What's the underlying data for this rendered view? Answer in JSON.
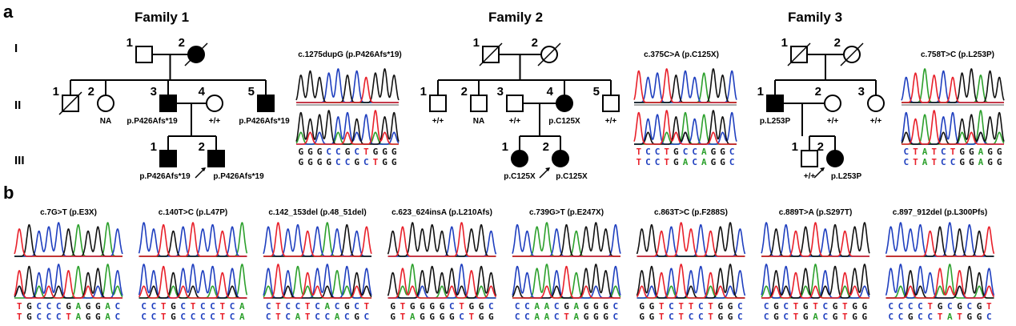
{
  "panel_labels": {
    "a": "a",
    "b": "b"
  },
  "generation_labels": [
    "I",
    "II",
    "III"
  ],
  "families": [
    {
      "title": "Family 1",
      "individuals": [
        {
          "id": "1",
          "gen": "I",
          "sex": "male",
          "affected": false,
          "deceased": false,
          "genotype": ""
        },
        {
          "id": "2",
          "gen": "I",
          "sex": "female",
          "affected": true,
          "deceased": true,
          "genotype": ""
        },
        {
          "id": "1",
          "gen": "II",
          "sex": "male",
          "affected": false,
          "deceased": true,
          "genotype": ""
        },
        {
          "id": "2",
          "gen": "II",
          "sex": "female",
          "affected": false,
          "deceased": false,
          "genotype": "NA"
        },
        {
          "id": "3",
          "gen": "II",
          "sex": "male",
          "affected": true,
          "deceased": false,
          "genotype": "p.P426Afs*19"
        },
        {
          "id": "4",
          "gen": "II",
          "sex": "female",
          "affected": false,
          "deceased": false,
          "genotype": "+/+"
        },
        {
          "id": "5",
          "gen": "II",
          "sex": "male",
          "affected": true,
          "deceased": false,
          "genotype": "p.P426Afs*19"
        },
        {
          "id": "1",
          "gen": "III",
          "sex": "male",
          "affected": true,
          "deceased": false,
          "genotype": "p.P426Afs*19"
        },
        {
          "id": "2",
          "gen": "III",
          "sex": "male",
          "affected": true,
          "deceased": false,
          "proband": true,
          "genotype": "p.P426Afs*19"
        }
      ],
      "variant": "c.1275dupG (p.P426Afs*19)",
      "seq_top": "GGGCCGCTGGG",
      "seq_bottom": "GGGGCCGCTGG"
    },
    {
      "title": "Family 2",
      "individuals": [
        {
          "id": "1",
          "gen": "I",
          "sex": "male",
          "affected": false,
          "deceased": true,
          "genotype": ""
        },
        {
          "id": "2",
          "gen": "I",
          "sex": "female",
          "affected": false,
          "deceased": true,
          "genotype": ""
        },
        {
          "id": "1",
          "gen": "II",
          "sex": "male",
          "affected": false,
          "deceased": false,
          "genotype": "+/+"
        },
        {
          "id": "2",
          "gen": "II",
          "sex": "male",
          "affected": false,
          "deceased": false,
          "genotype": "NA"
        },
        {
          "id": "3",
          "gen": "II",
          "sex": "male",
          "affected": false,
          "deceased": false,
          "genotype": "+/+"
        },
        {
          "id": "4",
          "gen": "II",
          "sex": "female",
          "affected": true,
          "deceased": false,
          "genotype": "p.C125X"
        },
        {
          "id": "5",
          "gen": "II",
          "sex": "male",
          "affected": false,
          "deceased": false,
          "genotype": "+/+"
        },
        {
          "id": "1",
          "gen": "III",
          "sex": "female",
          "affected": true,
          "deceased": false,
          "genotype": "p.C125X"
        },
        {
          "id": "2",
          "gen": "III",
          "sex": "female",
          "affected": true,
          "deceased": false,
          "proband": true,
          "genotype": "p.C125X"
        }
      ],
      "variant": "c.375C>A (p.C125X)",
      "seq_top": "TCCTGCCAGGC",
      "seq_bottom": "TCCTGACAGGC"
    },
    {
      "title": "Family 3",
      "individuals": [
        {
          "id": "1",
          "gen": "I",
          "sex": "male",
          "affected": false,
          "deceased": true,
          "genotype": ""
        },
        {
          "id": "2",
          "gen": "I",
          "sex": "female",
          "affected": false,
          "deceased": true,
          "genotype": ""
        },
        {
          "id": "1",
          "gen": "II",
          "sex": "male",
          "affected": true,
          "deceased": false,
          "genotype": "p.L253P"
        },
        {
          "id": "2",
          "gen": "II",
          "sex": "female",
          "affected": false,
          "deceased": false,
          "genotype": "+/+"
        },
        {
          "id": "3",
          "gen": "II",
          "sex": "female",
          "affected": false,
          "deceased": false,
          "genotype": "+/+"
        },
        {
          "id": "1",
          "gen": "III",
          "sex": "male",
          "affected": false,
          "deceased": false,
          "genotype": "+/+"
        },
        {
          "id": "2",
          "gen": "III",
          "sex": "female",
          "affected": true,
          "deceased": false,
          "proband": true,
          "genotype": "p.L253P"
        }
      ],
      "variant": "c.758T>C (p.L253P)",
      "seq_top": "CTATCTGGAGG",
      "seq_bottom": "CTATCCGGAGG"
    }
  ],
  "variants_b": [
    {
      "label": "c.7G>T (p.E3X)",
      "seq_top": "TGCCCGAGGAC",
      "seq_bottom": "TGCCCTAGGAC"
    },
    {
      "label": "c.140T>C (p.L47P)",
      "seq_top": "CCTGCTCCTCA",
      "seq_bottom": "CCTGCCCCTCA"
    },
    {
      "label": "c.142_153del (p.48_51del)",
      "seq_top": "CTCCTCACGCT",
      "seq_bottom": "CTCATCCACGC"
    },
    {
      "label": "c.623_624insA (p.L210Afs)",
      "seq_top": "GTGGGGCTGGC",
      "seq_bottom": "GTAGGGGCTGG"
    },
    {
      "label": "c.739G>T (p.E247X)",
      "seq_top": "CCAACGAGGGC",
      "seq_bottom": "CCAACTAGGGC"
    },
    {
      "label": "c.863T>C (p.F288S)",
      "seq_top": "GGTCTTCTGGC",
      "seq_bottom": "GGTCTCCTGGC"
    },
    {
      "label": "c.889T>A (p.S297T)",
      "seq_top": "CGCTGTCGTGG",
      "seq_bottom": "CGCTGACGTGG"
    },
    {
      "label": "c.897_912del (p.L300Pfs)",
      "seq_top": "CCCCTGCGCGT",
      "seq_bottom": "CCGCCTATGGC"
    }
  ],
  "colors": {
    "A": "#2ca02c",
    "C": "#1f3fbf",
    "G": "#111111",
    "T": "#e8202a"
  }
}
